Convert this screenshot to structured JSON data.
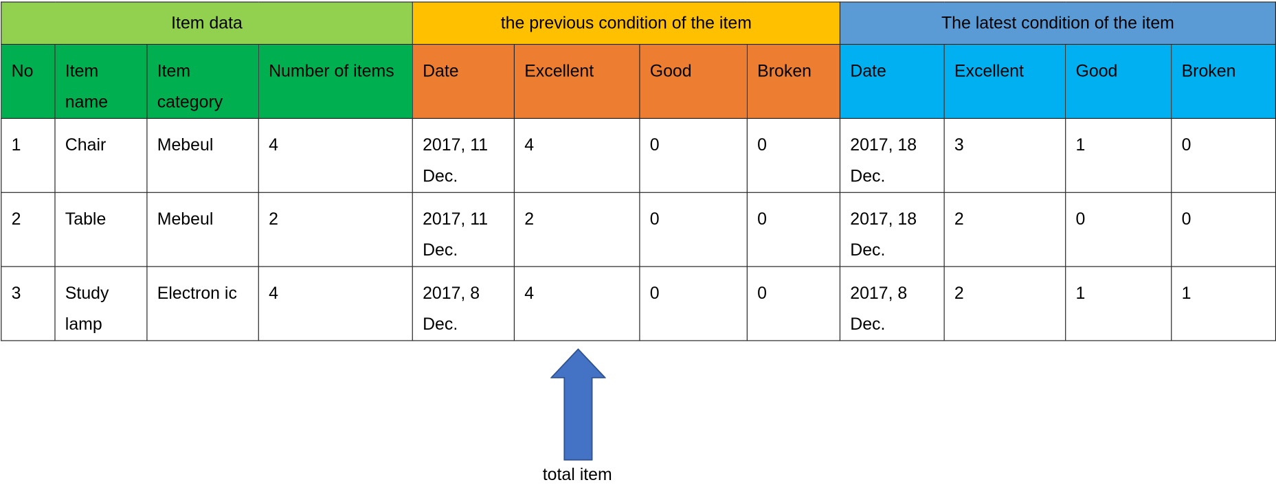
{
  "groups": [
    "Item data",
    "the previous condition of the item",
    "The latest condition of the item"
  ],
  "columns": [
    "No",
    "Item name",
    "Item category",
    "Number of items",
    "Date",
    "Excellent",
    "Good",
    "Broken",
    "Date",
    "Excellent",
    "Good",
    "Broken"
  ],
  "rows": [
    [
      "1",
      "Chair",
      "Mebeul",
      "4",
      "2017, 11 Dec.",
      "4",
      "0",
      "0",
      "2017, 18 Dec.",
      "3",
      "1",
      "0"
    ],
    [
      "2",
      "Table",
      "Mebeul",
      "2",
      "2017, 11 Dec.",
      "2",
      "0",
      "0",
      "2017, 18 Dec.",
      "2",
      "0",
      "0"
    ],
    [
      "3",
      "Study lamp",
      "Electron ic",
      "4",
      "2017, 8 Dec.",
      "4",
      "0",
      "0",
      "2017, 8 Dec.",
      "2",
      "1",
      "1"
    ]
  ],
  "annotation": {
    "label": "total item",
    "icon": "up-arrow-icon"
  },
  "colors": {
    "group_item": "#92D050",
    "group_previous": "#FFC000",
    "group_latest": "#5B9BD5",
    "sub_item": "#00B050",
    "sub_previous": "#ED7D31",
    "sub_latest": "#00B0F0",
    "arrow": "#4472C4"
  }
}
